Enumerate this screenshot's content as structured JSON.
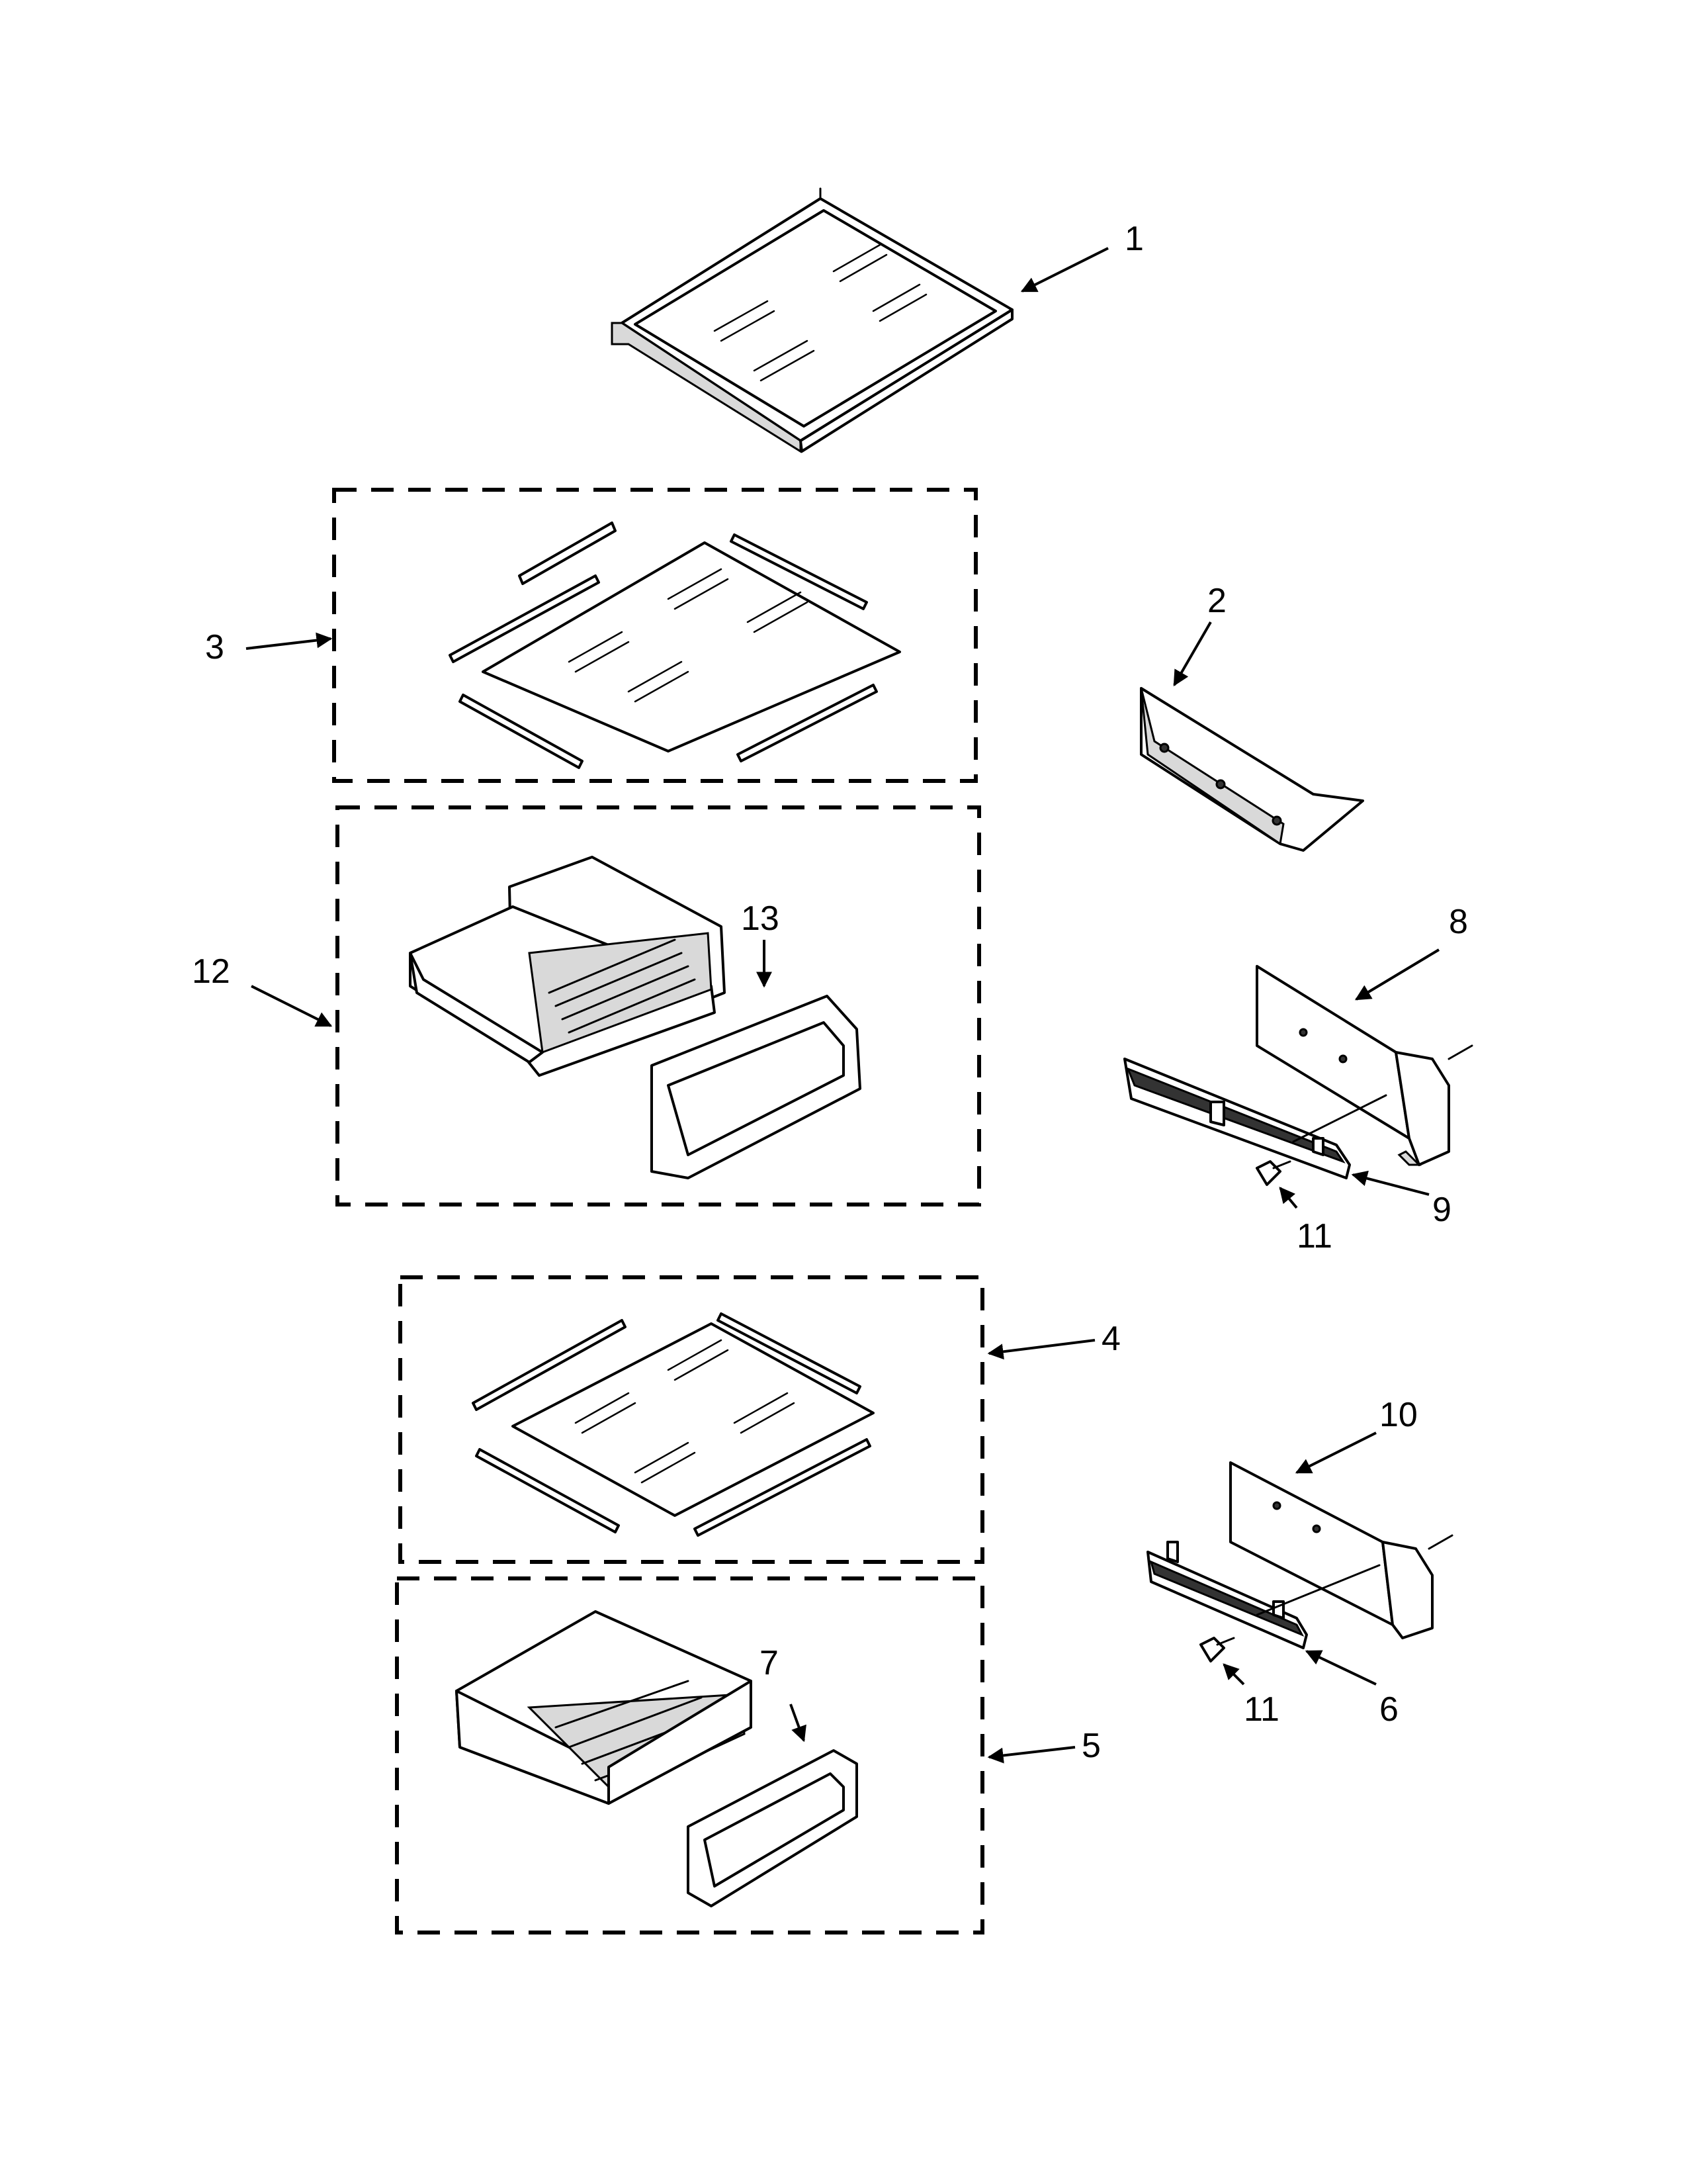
{
  "callouts": {
    "c1": "1",
    "c2": "2",
    "c3": "3",
    "c4": "4",
    "c5": "5",
    "c6": "6",
    "c7": "7",
    "c8": "8",
    "c9": "9",
    "c10": "10",
    "c11a": "11",
    "c11b": "11",
    "c12": "12",
    "c13": "13"
  }
}
